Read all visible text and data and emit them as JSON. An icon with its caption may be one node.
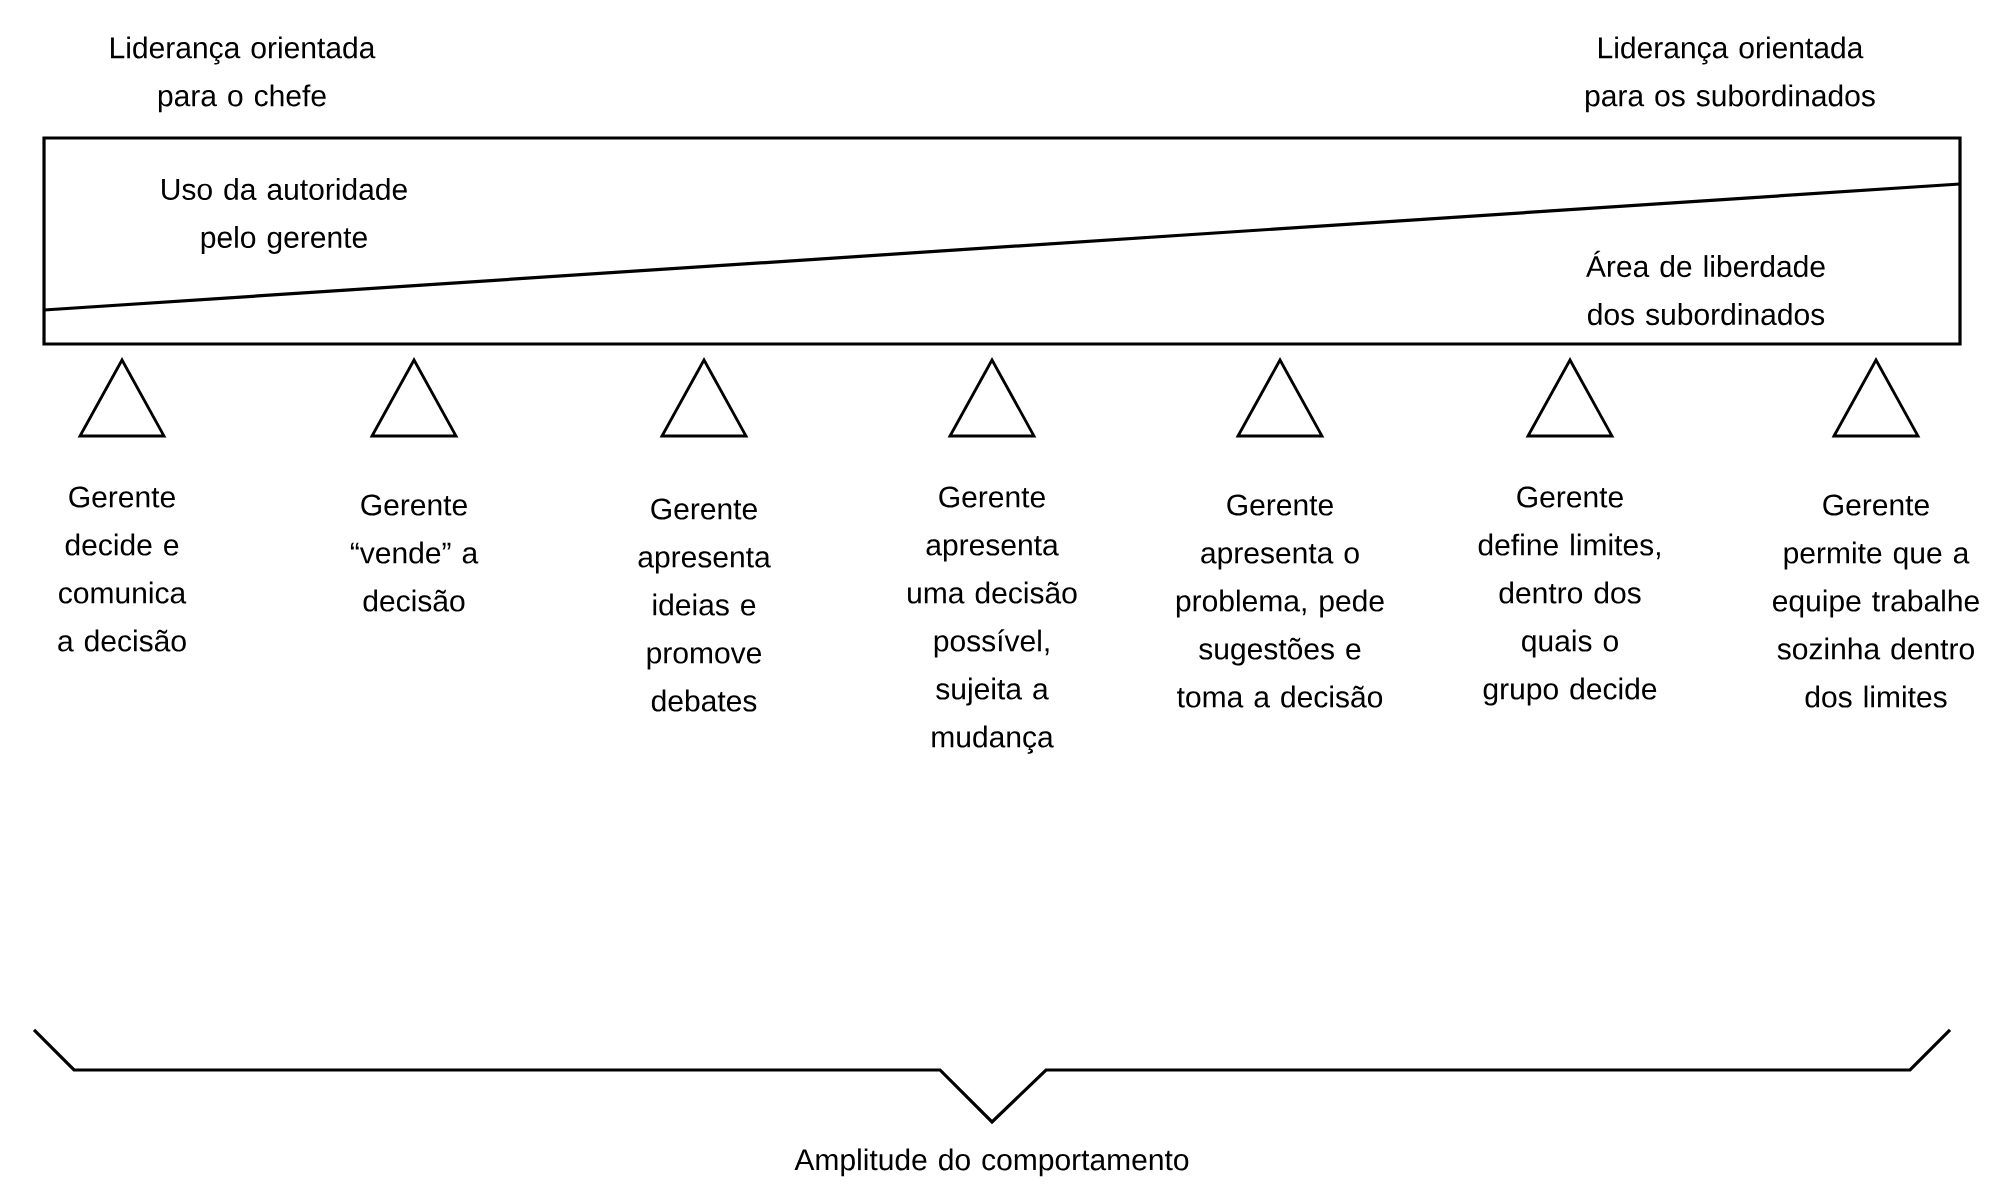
{
  "diagram": {
    "nodes": [
      {
        "text": [
          "Uso da autoridade pelo gerente",
          "Área de liberdade dos subordinados"
        ]
      }
    ],
    "labels": [
      "Liderança orientada para o chefe",
      "Liderança orientada para os subordinados",
      "Gerente decide e comunica a decisão",
      "Gerente “vende” a decisão",
      "Gerente apresenta ideias e promove debates",
      "Gerente apresenta uma decisão possível, sujeita a mudança",
      "Gerente apresenta o problema, pede sugestões e toma a decisão",
      "Gerente define limites, dentro dos quais o grupo decide",
      "Gerente permite que a equipe trabalhe sozinha dentro dos limites",
      "Amplitude do comportamento"
    ]
  }
}
